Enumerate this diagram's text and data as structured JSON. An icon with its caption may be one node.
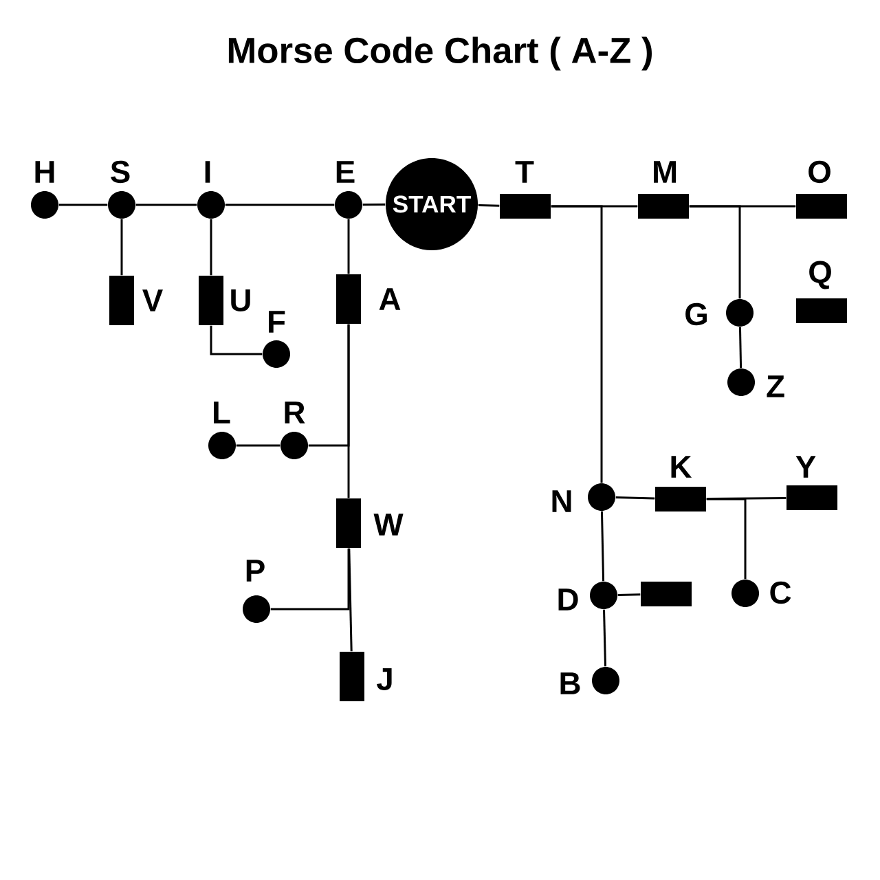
{
  "diagram": {
    "title": "Morse Code Chart ( A-Z )",
    "nodes": [
      {
        "text": [
          "START"
        ]
      },
      {
        "text": [],
        "shape": "circle",
        "beside": [
          "H"
        ]
      },
      {
        "text": [],
        "shape": "circle",
        "beside": [
          "S"
        ]
      },
      {
        "text": [],
        "shape": "circle",
        "beside": [
          "I"
        ]
      },
      {
        "text": [],
        "shape": "circle",
        "beside": [
          "E"
        ]
      },
      {
        "text": [],
        "shape": "bar",
        "beside": [
          "T"
        ]
      },
      {
        "text": [],
        "shape": "bar",
        "beside": [
          "M"
        ]
      },
      {
        "text": [],
        "shape": "bar",
        "beside": [
          "O"
        ]
      },
      {
        "text": [],
        "shape": "bar",
        "beside": [
          "V"
        ]
      },
      {
        "text": [],
        "shape": "bar",
        "beside": [
          "U"
        ]
      },
      {
        "text": [],
        "shape": "circle",
        "beside": [
          "F"
        ]
      },
      {
        "text": [],
        "shape": "bar",
        "beside": [
          "A"
        ]
      },
      {
        "text": [],
        "shape": "circle",
        "beside": [
          "L"
        ]
      },
      {
        "text": [],
        "shape": "circle",
        "beside": [
          "R"
        ]
      },
      {
        "text": [],
        "shape": "bar",
        "beside": [
          "W"
        ]
      },
      {
        "text": [],
        "shape": "circle",
        "beside": [
          "P"
        ]
      },
      {
        "text": [],
        "shape": "bar",
        "beside": [
          "J"
        ]
      },
      {
        "text": [],
        "shape": "circle",
        "beside": [
          "G"
        ]
      },
      {
        "text": [],
        "shape": "circle",
        "beside": [
          "Z"
        ]
      },
      {
        "text": [],
        "shape": "bar",
        "beside": [
          "Q"
        ]
      },
      {
        "text": [],
        "shape": "circle",
        "beside": [
          "N"
        ]
      },
      {
        "text": [],
        "shape": "bar",
        "beside": [
          "K"
        ]
      },
      {
        "text": [],
        "shape": "bar",
        "beside": [
          "Y"
        ]
      },
      {
        "text": [],
        "shape": "circle",
        "beside": [
          "C"
        ]
      },
      {
        "text": [],
        "shape": "circle",
        "beside": [
          "D"
        ]
      },
      {
        "text": [],
        "shape": "bar"
      },
      {
        "text": [],
        "shape": "circle",
        "beside": [
          "B"
        ]
      }
    ],
    "edges": [
      {
        "from": 4,
        "to": 0,
        "arrow": "none"
      },
      {
        "from": 2,
        "to": 1,
        "arrow": "none"
      },
      {
        "from": 3,
        "to": 2,
        "arrow": "none"
      },
      {
        "from": 4,
        "to": 3,
        "arrow": "none"
      },
      {
        "from": 2,
        "to": 8,
        "arrow": "none"
      },
      {
        "from": 3,
        "to": 9,
        "arrow": "none"
      },
      {
        "from": 9,
        "to": 10,
        "arrow": "none"
      },
      {
        "from": 4,
        "to": 11,
        "arrow": "none"
      },
      {
        "from": 11,
        "to": 13,
        "arrow": "none"
      },
      {
        "from": 13,
        "to": 12,
        "arrow": "none"
      },
      {
        "from": 11,
        "to": 14,
        "arrow": "none"
      },
      {
        "from": 14,
        "to": 15,
        "arrow": "none"
      },
      {
        "from": 14,
        "to": 16,
        "arrow": "none"
      },
      {
        "from": 0,
        "to": 5,
        "arrow": "none"
      },
      {
        "from": 5,
        "to": 6,
        "arrow": "none"
      },
      {
        "from": 5,
        "to": 20,
        "arrow": "none"
      },
      {
        "from": 6,
        "to": 7,
        "arrow": "none"
      },
      {
        "from": 6,
        "to": 17,
        "arrow": "none"
      },
      {
        "from": 17,
        "to": 18,
        "arrow": "none"
      },
      {
        "from": 20,
        "to": 21,
        "arrow": "none"
      },
      {
        "from": 21,
        "to": 22,
        "arrow": "none"
      },
      {
        "from": 21,
        "to": 23,
        "arrow": "none"
      },
      {
        "from": 20,
        "to": 24,
        "arrow": "none"
      },
      {
        "from": 24,
        "to": 25,
        "arrow": "none"
      },
      {
        "from": 24,
        "to": 26,
        "arrow": "none"
      }
    ]
  }
}
